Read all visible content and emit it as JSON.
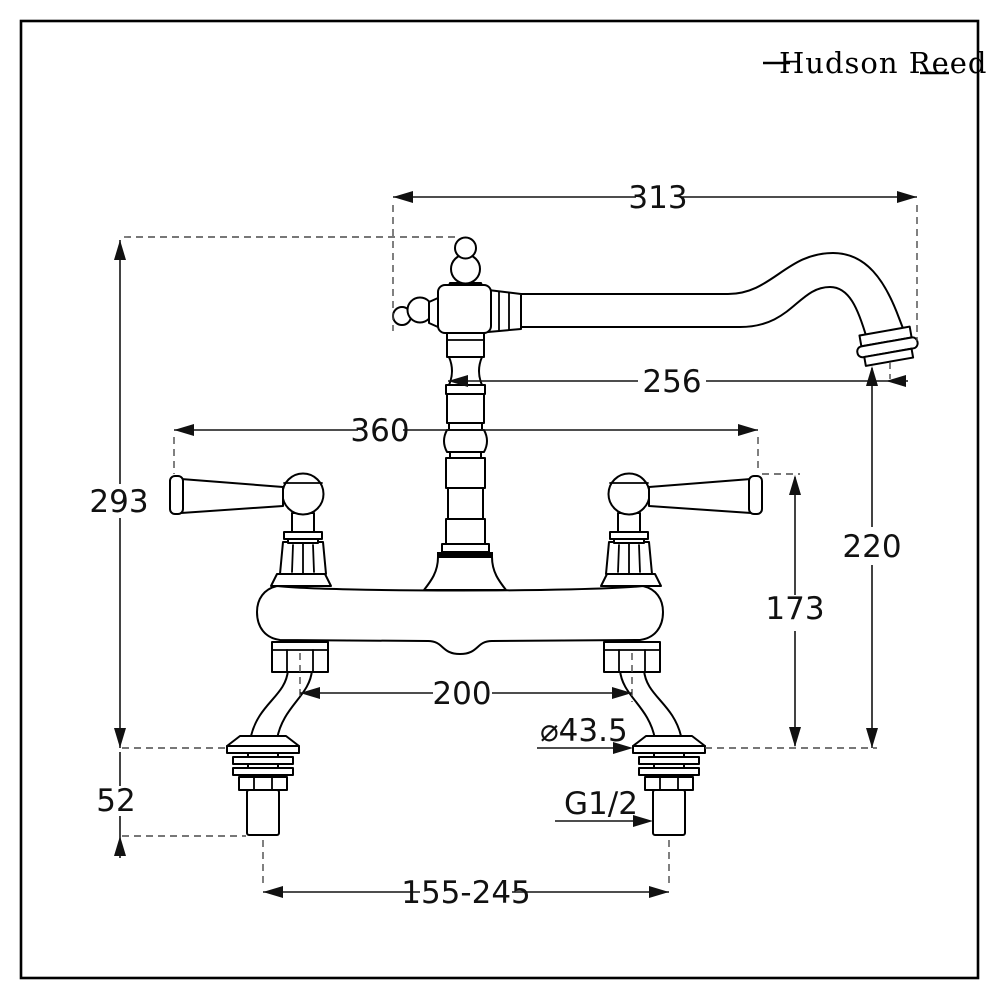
{
  "brand": {
    "logo_text": "Hudson Reed"
  },
  "dims": {
    "overall_spout_width": "313",
    "spout_reach": "256",
    "handle_span": "360",
    "overall_height": "293",
    "spout_height": "220",
    "handle_height": "173",
    "upper_inlet_centres": "200",
    "deck_clamp_height": "52",
    "base_diameter": "⌀43.5",
    "thread_size": "G1/2",
    "adjustable_centres": "155-245"
  }
}
